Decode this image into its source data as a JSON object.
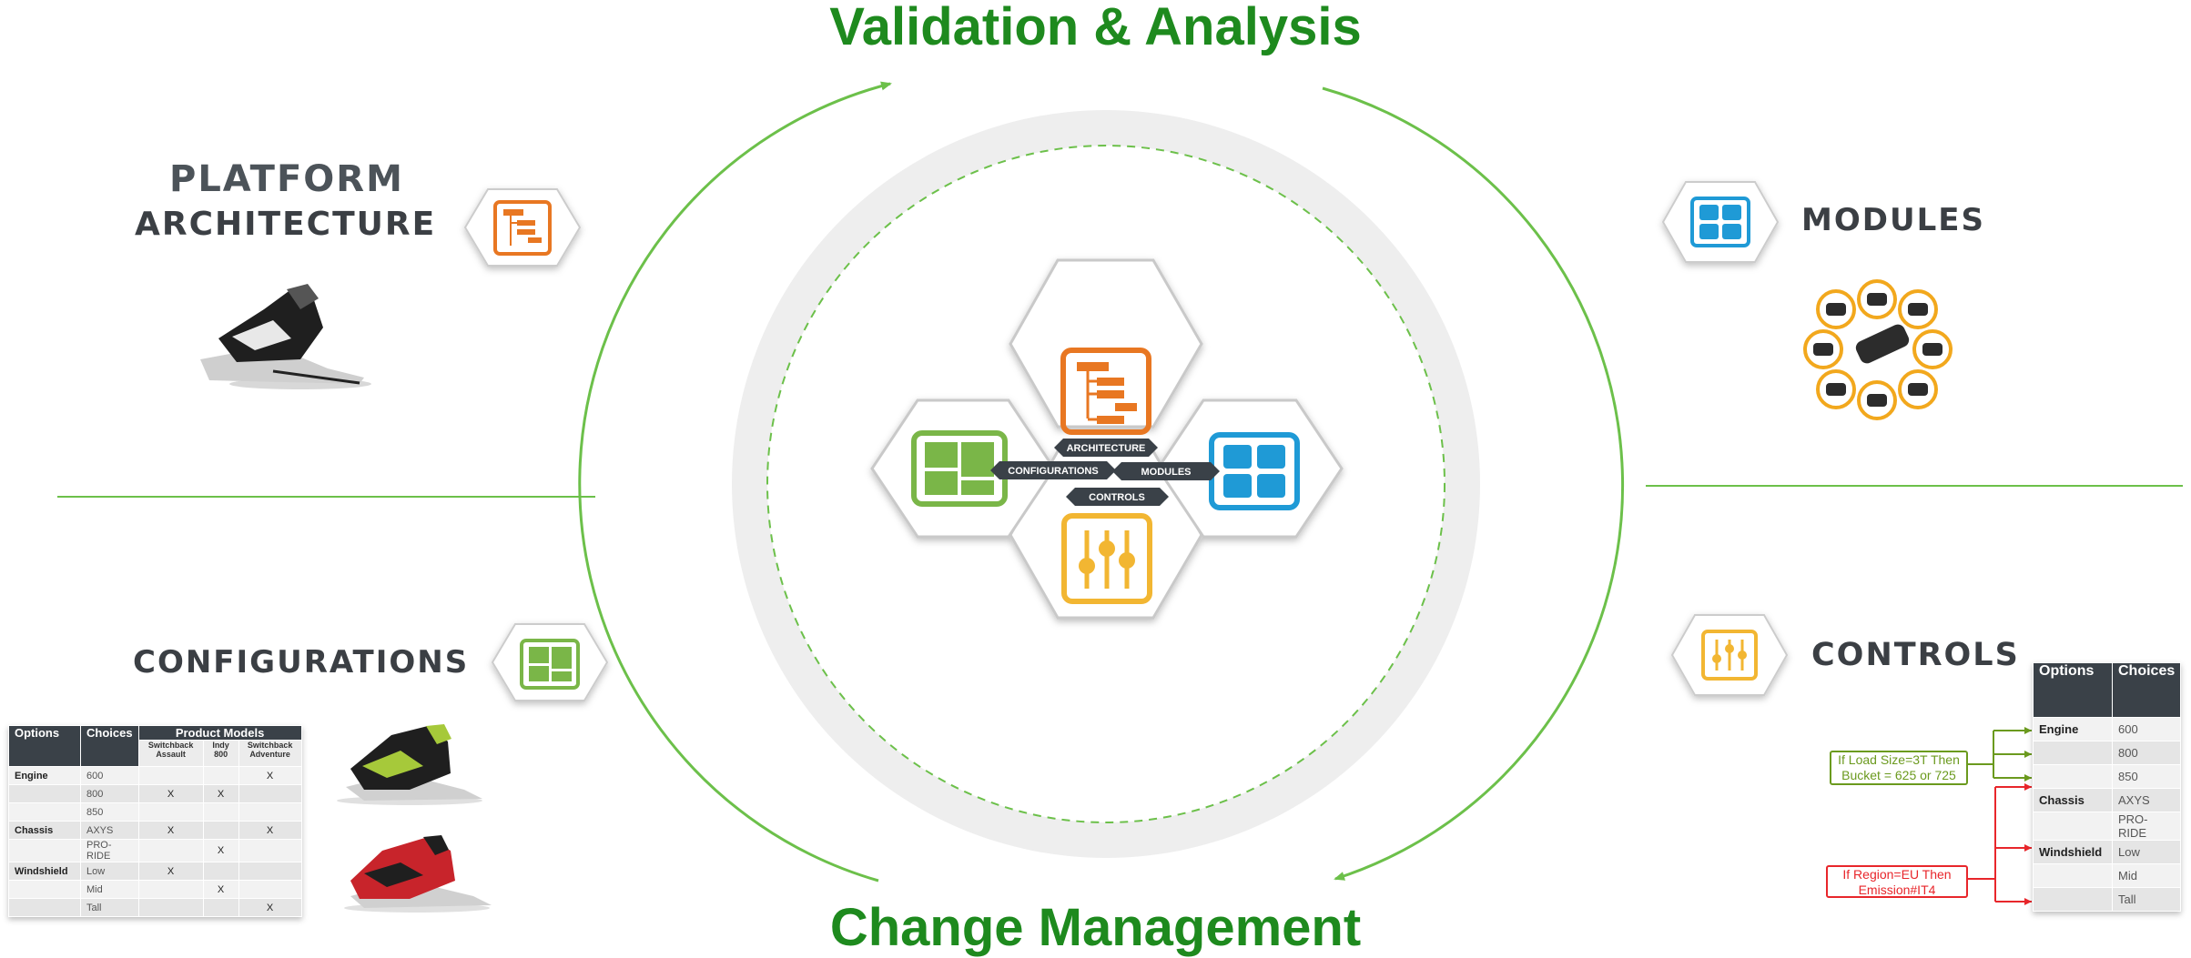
{
  "top_title": "Validation & Analysis",
  "bottom_title": "Change Management",
  "platform": {
    "line1": "PLATFORM",
    "line2": "ARCHITECTURE"
  },
  "modules": {
    "title": "MODULES"
  },
  "configurations": {
    "title": "CONFIGURATIONS"
  },
  "controls": {
    "title": "CONTROLS"
  },
  "center_labels": {
    "architecture": "ARCHITECTURE",
    "configurations": "CONFIGURATIONS",
    "modules": "MODULES",
    "controls": "CONTROLS"
  },
  "config_table": {
    "headers": {
      "options": "Options",
      "choices": "Choices",
      "product_models": "Product Models"
    },
    "models": [
      "Switchback Assault",
      "Indy 800",
      "Switchback Adventure"
    ],
    "rows": [
      {
        "option": "Engine",
        "choice": "600",
        "marks": [
          "",
          "",
          "X"
        ]
      },
      {
        "option": "",
        "choice": "800",
        "marks": [
          "X",
          "X",
          ""
        ]
      },
      {
        "option": "",
        "choice": "850",
        "marks": [
          "",
          "",
          ""
        ]
      },
      {
        "option": "Chassis",
        "choice": "AXYS",
        "marks": [
          "X",
          "",
          "X"
        ]
      },
      {
        "option": "",
        "choice": "PRO-RIDE",
        "marks": [
          "",
          "X",
          ""
        ]
      },
      {
        "option": "Windshield",
        "choice": "Low",
        "marks": [
          "X",
          "",
          ""
        ]
      },
      {
        "option": "",
        "choice": "Mid",
        "marks": [
          "",
          "X",
          ""
        ]
      },
      {
        "option": "",
        "choice": "Tall",
        "marks": [
          "",
          "",
          "X"
        ]
      }
    ]
  },
  "controls_table": {
    "headers": {
      "options": "Options",
      "choices": "Choices"
    },
    "rows": [
      {
        "option": "Engine",
        "choice": "600"
      },
      {
        "option": "",
        "choice": "800"
      },
      {
        "option": "",
        "choice": "850"
      },
      {
        "option": "Chassis",
        "choice": "AXYS"
      },
      {
        "option": "",
        "choice": "PRO-RIDE"
      },
      {
        "option": "Windshield",
        "choice": "Low"
      },
      {
        "option": "",
        "choice": "Mid"
      },
      {
        "option": "",
        "choice": "Tall"
      }
    ]
  },
  "rules": {
    "rule1": {
      "line1": "If Load Size=3T Then",
      "line2": "Bucket = 625 or 725"
    },
    "rule2": {
      "line1": "If Region=EU Then",
      "line2": "Emission#IT4"
    }
  },
  "colors": {
    "green_title": "#1e8a1e",
    "green_line": "#6cc04a",
    "architecture": "#e87722",
    "configurations": "#7ab648",
    "modules": "#1f9ad6",
    "controls": "#f2b632",
    "banner": "#3a4148",
    "rule1": "#6b9a1e",
    "rule2": "#e8262b",
    "snowmobile_red": "#c8242b",
    "snowmobile_lime": "#a6c93a"
  },
  "icons": {
    "architecture": "org-chart-icon",
    "configurations": "puzzle-grid-icon",
    "modules": "four-squares-icon",
    "controls": "sliders-icon"
  }
}
